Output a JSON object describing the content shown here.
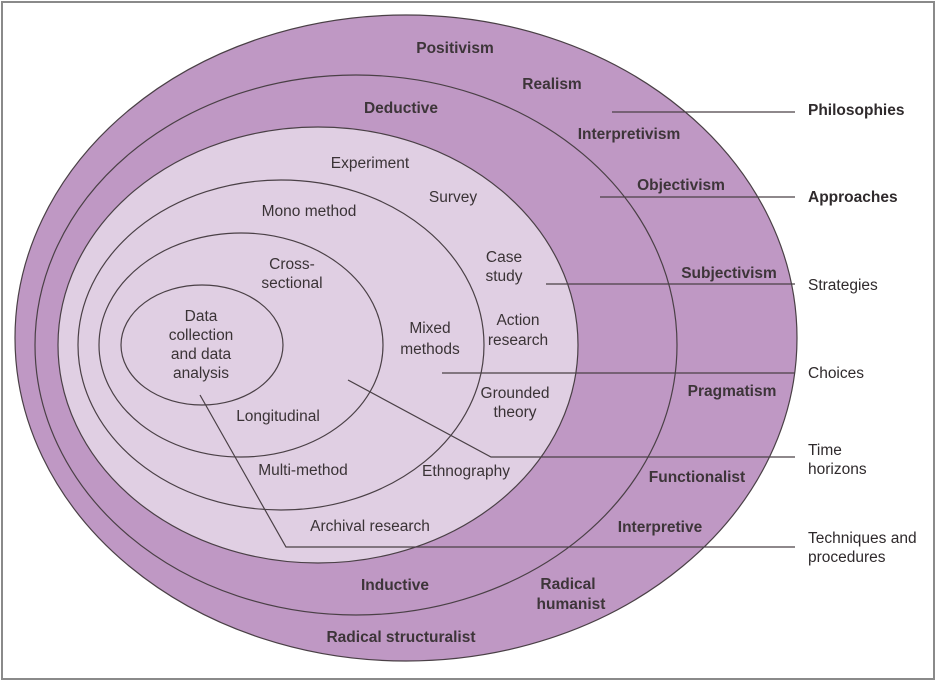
{
  "title": "Research onion",
  "colors": {
    "outer_fill": "#bf98c4",
    "inner_fill": "#e0cfe3",
    "stroke": "#4a4046",
    "text": "#3a3336"
  },
  "layers": {
    "philosophies": {
      "items": [
        "Positivism",
        "Realism",
        "Interpretivism",
        "Objectivism",
        "Subjectivism",
        "Pragmatism",
        "Functionalist",
        "Interpretive",
        "Radical humanist",
        "Radical structuralist"
      ]
    },
    "approaches": {
      "items": [
        "Deductive",
        "Inductive"
      ]
    },
    "strategies": {
      "items": [
        "Experiment",
        "Survey",
        "Case study",
        "Action research",
        "Grounded theory",
        "Ethnography",
        "Archival research"
      ]
    },
    "choices": {
      "items": [
        "Mono method",
        "Mixed methods",
        "Multi-method"
      ]
    },
    "time_horizons": {
      "items": [
        "Cross-sectional",
        "Longitudinal"
      ]
    },
    "techniques": {
      "items": [
        "Data collection and data analysis"
      ]
    }
  },
  "ring_labels": {
    "positivism": "Positivism",
    "realism": "Realism",
    "interpretivism": "Interpretivism",
    "objectivism": "Objectivism",
    "subjectivism": "Subjectivism",
    "pragmatism": "Pragmatism",
    "functionalist": "Functionalist",
    "interpretive": "Interpretive",
    "radical_humanist_1": "Radical",
    "radical_humanist_2": "humanist",
    "radical_structuralist": "Radical structuralist",
    "deductive": "Deductive",
    "inductive": "Inductive",
    "experiment": "Experiment",
    "survey": "Survey",
    "case_study_1": "Case",
    "case_study_2": "study",
    "action_research_1": "Action",
    "action_research_2": "research",
    "grounded_theory_1": "Grounded",
    "grounded_theory_2": "theory",
    "ethnography": "Ethnography",
    "archival_research": "Archival research",
    "mono_method": "Mono method",
    "mixed_methods_1": "Mixed",
    "mixed_methods_2": "methods",
    "multi_method": "Multi-method",
    "cross_sectional_1": "Cross-",
    "cross_sectional_2": "sectional",
    "longitudinal": "Longitudinal",
    "data_collection_1": "Data",
    "data_collection_2": "collection",
    "data_collection_3": "and data",
    "data_collection_4": "analysis"
  },
  "legend": {
    "philosophies": "Philosophies",
    "approaches": "Approaches",
    "strategies": "Strategies",
    "choices": "Choices",
    "time_horizons_1": "Time",
    "time_horizons_2": "horizons",
    "techniques_1": "Techniques and",
    "techniques_2": "procedures"
  }
}
